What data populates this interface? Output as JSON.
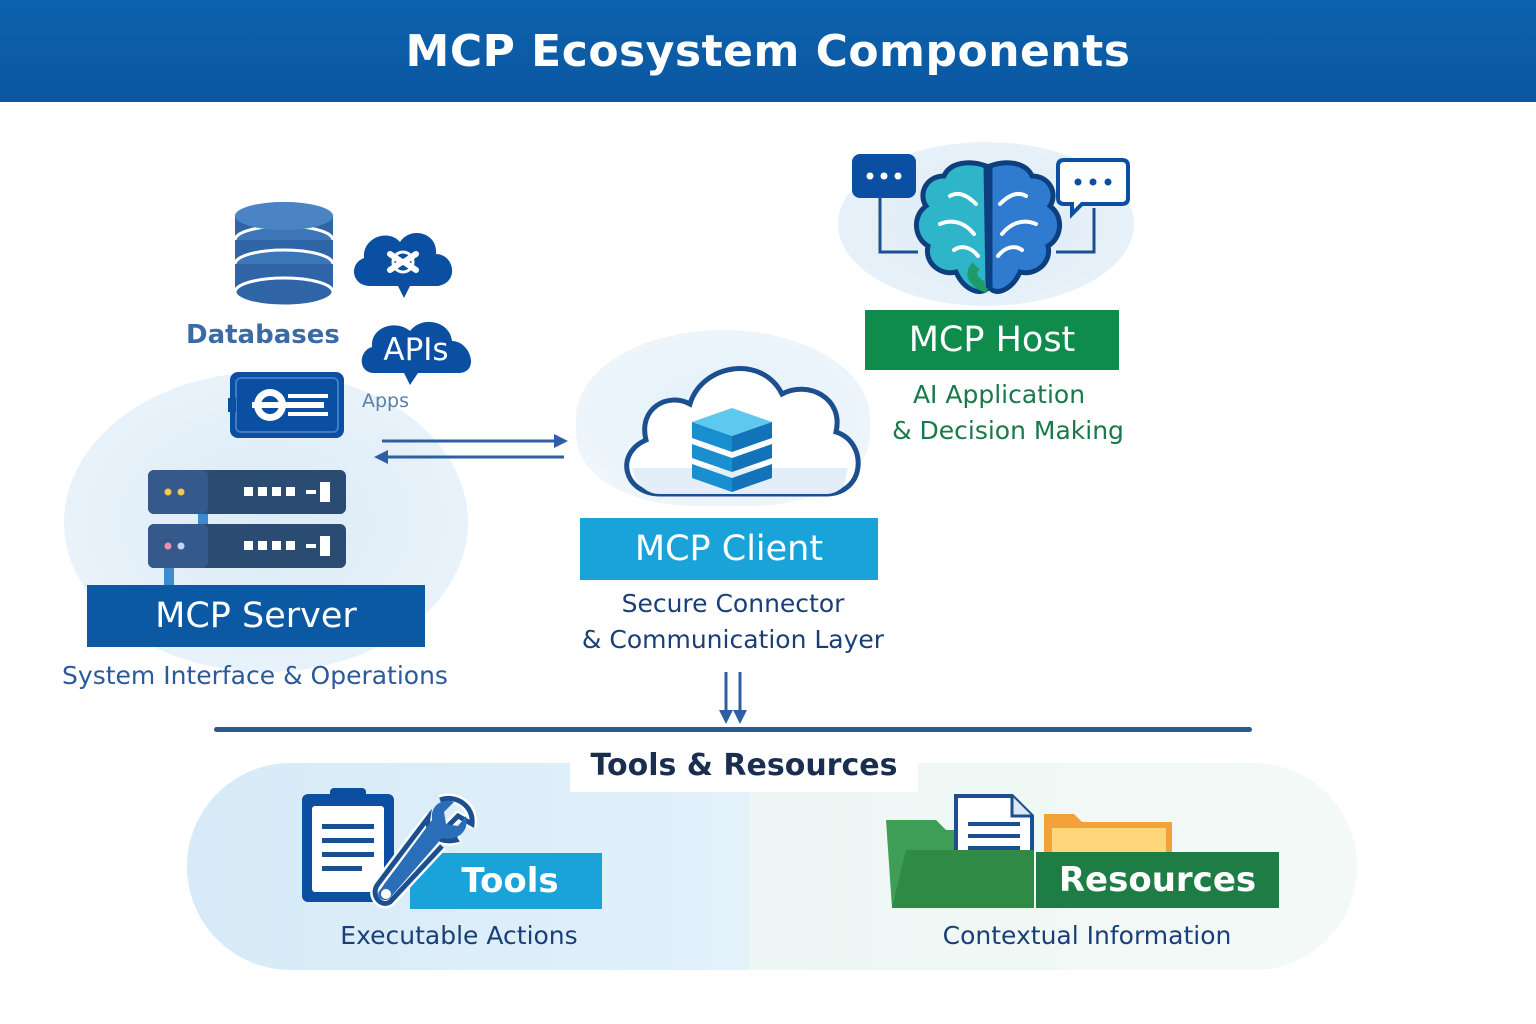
{
  "title": "MCP Ecosystem Components",
  "server": {
    "label": "MCP Server",
    "caption": "System Interface & Operations",
    "sources": {
      "databases": "Databases",
      "apis": "APIs",
      "apps": "Apps"
    }
  },
  "client": {
    "label": "MCP Client",
    "caption_line1": "Secure Connector",
    "caption_line2": "& Communication Layer"
  },
  "host": {
    "label": "MCP Host",
    "caption_line1": "AI Application",
    "caption_line2": "& Decision Making"
  },
  "bottom": {
    "title": "Tools & Resources",
    "tools": {
      "label": "Tools",
      "caption": "Executable Actions"
    },
    "resources": {
      "label": "Resources",
      "caption": "Contextual Information"
    }
  },
  "colors": {
    "header": "#0d62ad",
    "server": "#0b58a3",
    "client": "#1aa3d9",
    "host": "#0f8b4c",
    "tools": "#1aa3d9",
    "resources": "#1e7d45"
  }
}
